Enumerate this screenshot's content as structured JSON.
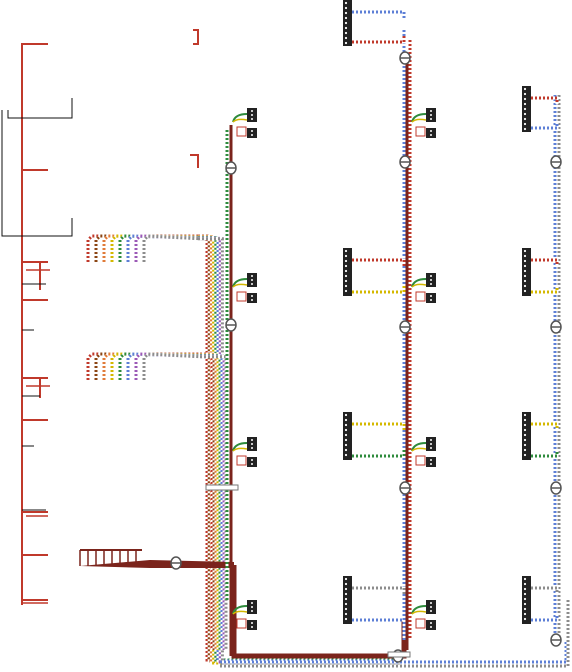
{
  "diagram": {
    "colors": {
      "red": "#c0392b",
      "dark_red": "#7b241c",
      "black": "#111111",
      "blue": "#5d7fd6",
      "green": "#2e8b3c",
      "yellow": "#d4b800",
      "purple": "#9b59b6",
      "gray": "#8c8c8c",
      "brown": "#8b4513",
      "orange": "#e07b39",
      "connector": "#222222"
    },
    "wire_bundles": [
      {
        "name": "left-red-harness",
        "color": "red"
      },
      {
        "name": "upper-fanout",
        "colors": [
          "red",
          "brown",
          "orange",
          "yellow",
          "green",
          "blue",
          "purple",
          "gray"
        ]
      },
      {
        "name": "middle-fanout",
        "colors": [
          "red",
          "brown",
          "orange",
          "yellow",
          "green",
          "blue",
          "purple",
          "gray"
        ]
      },
      {
        "name": "bottom-trunk",
        "color": "dark_red"
      }
    ],
    "connector_columns": [
      {
        "name": "column-a",
        "color": "dark_red"
      },
      {
        "name": "column-b",
        "color": "dark_red"
      },
      {
        "name": "column-c",
        "color": "blue"
      }
    ],
    "terminal_blocks": [
      {
        "name": "terminal-block-top",
        "wire_colors": [
          "blue",
          "red"
        ]
      },
      {
        "name": "terminal-block-c1",
        "wire_colors": [
          "red",
          "blue"
        ]
      },
      {
        "name": "terminal-block-b2",
        "wire_colors": [
          "red",
          "yellow"
        ]
      },
      {
        "name": "terminal-block-c2",
        "wire_colors": [
          "red",
          "yellow"
        ]
      },
      {
        "name": "terminal-block-b3",
        "wire_colors": [
          "yellow",
          "green"
        ]
      },
      {
        "name": "terminal-block-c3",
        "wire_colors": [
          "yellow",
          "green"
        ]
      },
      {
        "name": "terminal-block-b4",
        "wire_colors": [
          "gray",
          "blue"
        ]
      },
      {
        "name": "terminal-block-c4",
        "wire_colors": [
          "gray",
          "blue"
        ]
      }
    ]
  }
}
